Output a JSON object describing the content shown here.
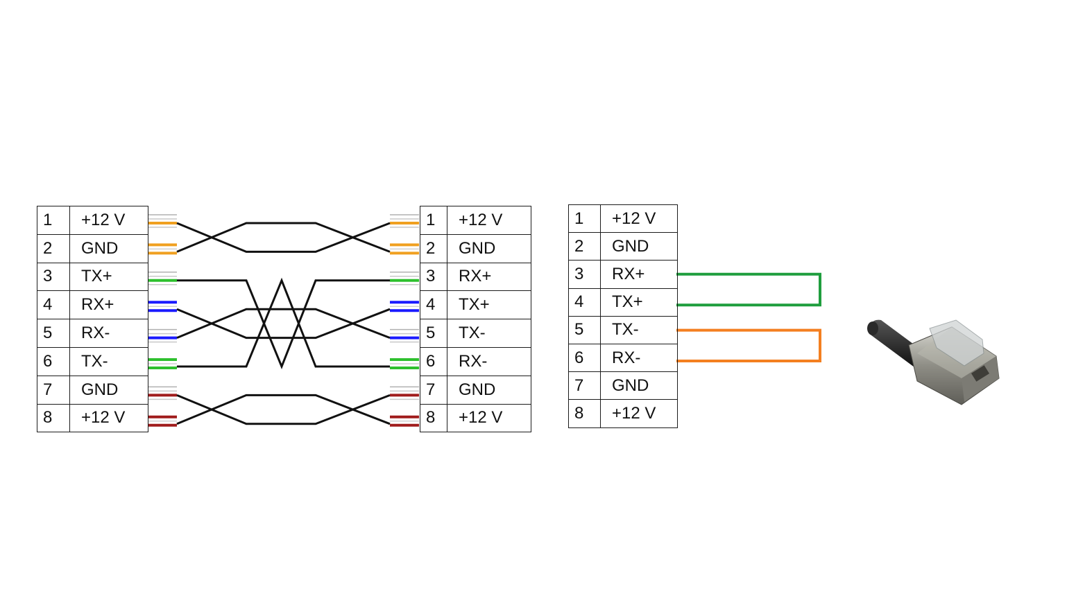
{
  "left_connector": {
    "pins": [
      {
        "num": "1",
        "signal": "+12 V"
      },
      {
        "num": "2",
        "signal": "GND"
      },
      {
        "num": "3",
        "signal": "TX+"
      },
      {
        "num": "4",
        "signal": "RX+"
      },
      {
        "num": "5",
        "signal": "RX-"
      },
      {
        "num": "6",
        "signal": "TX-"
      },
      {
        "num": "7",
        "signal": "GND"
      },
      {
        "num": "8",
        "signal": "+12 V"
      }
    ]
  },
  "right_connector": {
    "pins": [
      {
        "num": "1",
        "signal": "+12 V"
      },
      {
        "num": "2",
        "signal": "GND"
      },
      {
        "num": "3",
        "signal": "RX+"
      },
      {
        "num": "4",
        "signal": "TX+"
      },
      {
        "num": "5",
        "signal": "TX-"
      },
      {
        "num": "6",
        "signal": "RX-"
      },
      {
        "num": "7",
        "signal": "GND"
      },
      {
        "num": "8",
        "signal": "+12 V"
      }
    ]
  },
  "loopback_connector": {
    "pins": [
      {
        "num": "1",
        "signal": "+12 V"
      },
      {
        "num": "2",
        "signal": "GND"
      },
      {
        "num": "3",
        "signal": "RX+"
      },
      {
        "num": "4",
        "signal": "TX+"
      },
      {
        "num": "5",
        "signal": "TX-"
      },
      {
        "num": "6",
        "signal": "RX-"
      },
      {
        "num": "7",
        "signal": "GND"
      },
      {
        "num": "8",
        "signal": "+12 V"
      }
    ],
    "loops": [
      {
        "pins": [
          "3",
          "4"
        ],
        "color": "#1f9e3e"
      },
      {
        "pins": [
          "5",
          "6"
        ],
        "color": "#f47f20"
      }
    ]
  },
  "crossovers": [
    [
      "1",
      "2"
    ],
    [
      "3",
      "6"
    ],
    [
      "4",
      "5"
    ],
    [
      "7",
      "8"
    ]
  ],
  "wire_colors": {
    "orange": "#f0a020",
    "green": "#2ec02e",
    "blue": "#1a1aff",
    "brown": "#a01c1c"
  },
  "plug_icon": "rj45-plug-icon"
}
